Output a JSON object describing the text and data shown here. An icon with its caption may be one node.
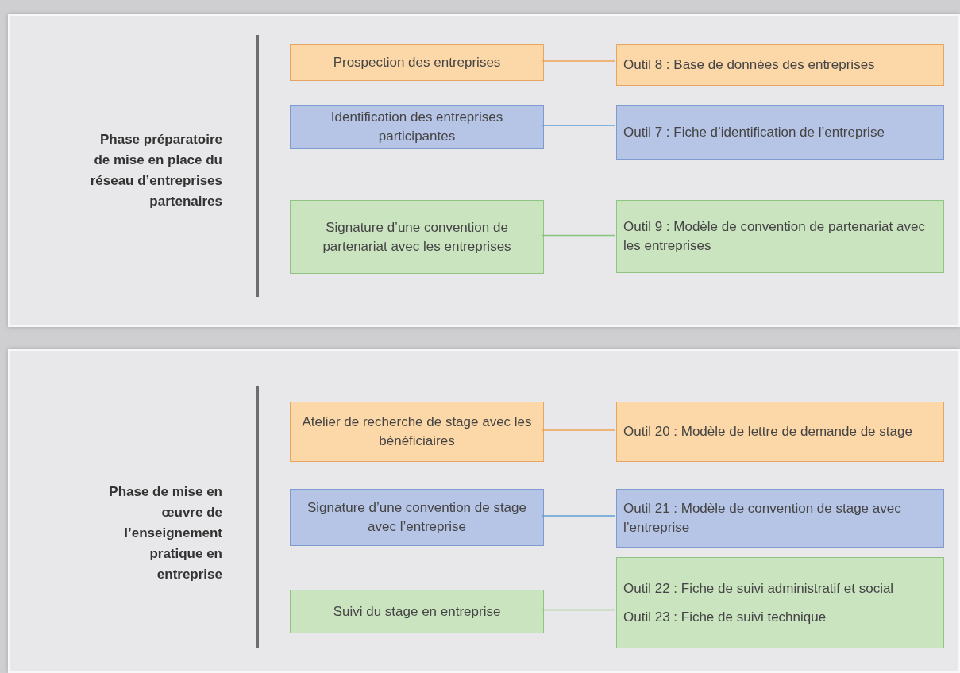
{
  "diagram": {
    "nodes": [
      {
        "text": [
          "Phase préparatoire de mise en place du réseau d’entreprises partenaires"
        ]
      },
      {
        "text": [
          "Prospection des entreprises"
        ],
        "in": 0
      },
      {
        "text": [
          "Outil 8 : Base de données des entreprises"
        ],
        "in": 0
      },
      {
        "text": [
          "Identification des entreprises participantes"
        ],
        "in": 0
      },
      {
        "text": [
          "Outil 7 : Fiche d’identification de l’entreprise"
        ],
        "in": 0
      },
      {
        "text": [
          "Signature d’une convention de partenariat avec les entreprises"
        ],
        "in": 0
      },
      {
        "text": [
          "Outil 9 : Modèle de convention de partenariat avec les entreprises"
        ],
        "in": 0
      },
      {
        "text": [
          "Phase de mise en œuvre de l’enseignement pratique en entreprise"
        ]
      },
      {
        "text": [
          "Atelier de recherche de stage avec les bénéficiaires"
        ],
        "in": 7
      },
      {
        "text": [
          "Outil 20 : Modèle de lettre de demande de stage"
        ],
        "in": 7
      },
      {
        "text": [
          "Signature d’une convention de stage avec l’entreprise"
        ],
        "in": 7
      },
      {
        "text": [
          "Outil 21 : Modèle de convention de stage avec l’entreprise"
        ],
        "in": 7
      },
      {
        "text": [
          "Suivi du stage en entreprise"
        ],
        "in": 7
      },
      {
        "text": [
          "Outil 22 : Fiche de suivi administratif et social",
          "Outil 23 : Fiche de suivi technique"
        ],
        "in": 7
      }
    ],
    "edges": [
      {
        "from": 1,
        "to": 2,
        "arrow": "none",
        "color": "#f0a24f"
      },
      {
        "from": 3,
        "to": 4,
        "arrow": "none",
        "color": "#5f9fd6"
      },
      {
        "from": 5,
        "to": 6,
        "arrow": "none",
        "color": "#86c47a"
      },
      {
        "from": 8,
        "to": 9,
        "arrow": "none",
        "color": "#f0a24f"
      },
      {
        "from": 10,
        "to": 11,
        "arrow": "none",
        "color": "#5f9fd6"
      },
      {
        "from": 12,
        "to": 13,
        "arrow": "none",
        "color": "#86c47a"
      }
    ]
  }
}
